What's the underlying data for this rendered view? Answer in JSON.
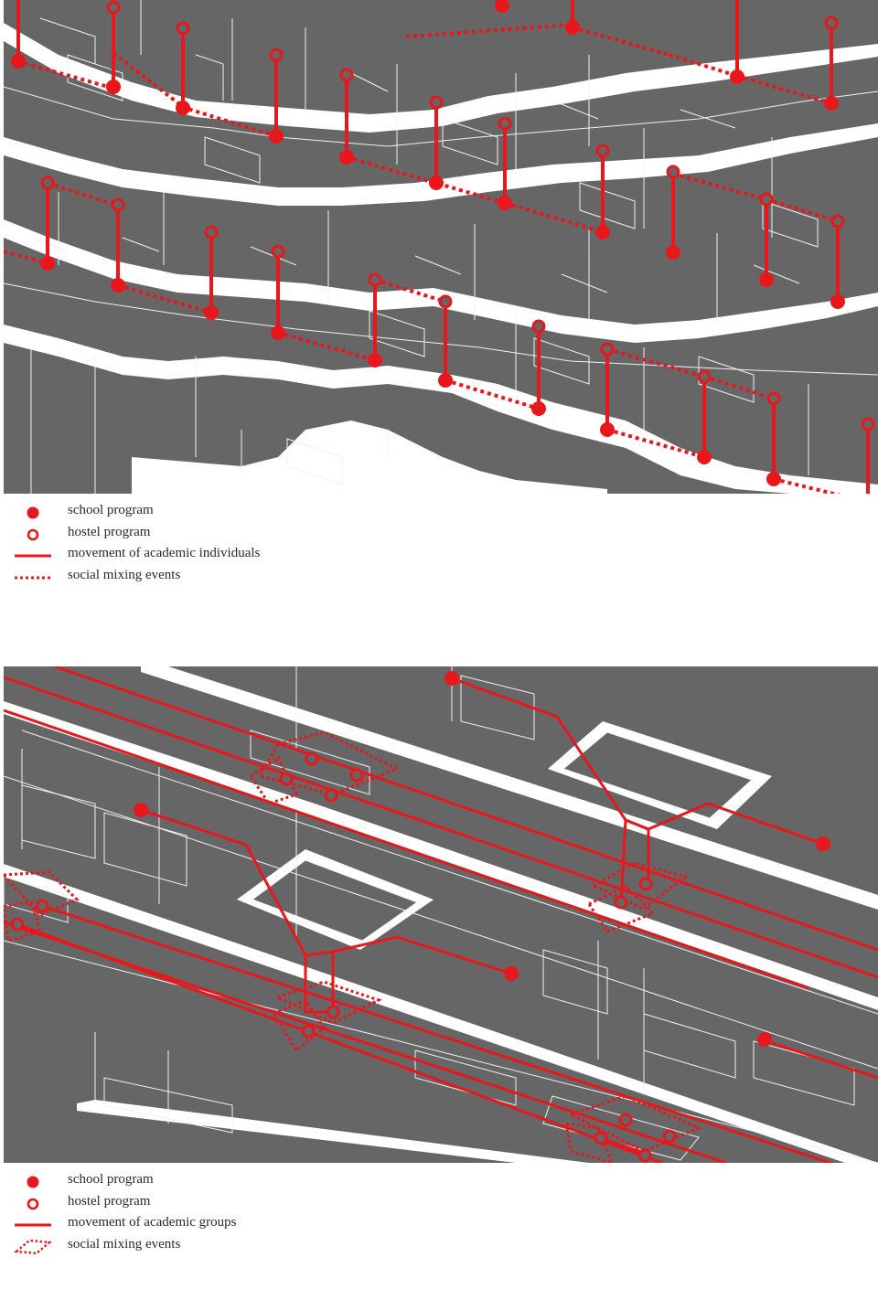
{
  "colors": {
    "red": "#e8171c",
    "panel": "#666666",
    "line_art": "#f2f2f2",
    "legend_text": "#2a2a2a"
  },
  "legend_top": {
    "school": "school program",
    "hostel": "hostel program",
    "movement": "movement of academic individuals",
    "social": "social mixing events"
  },
  "legend_bottom": {
    "school": "school program",
    "hostel": "hostel program",
    "movement": "movement of academic groups",
    "social": "social mixing events"
  },
  "icons": {
    "school": "filled-red-circle-icon",
    "hostel": "hollow-red-circle-icon",
    "movement": "solid-red-line-icon",
    "social_top": "dotted-red-line-icon",
    "social_bottom": "dotted-red-diamond-icon"
  }
}
